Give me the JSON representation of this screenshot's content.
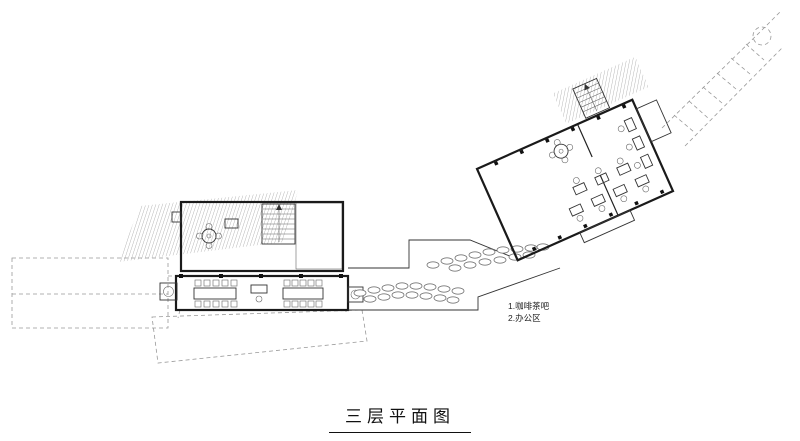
{
  "drawing": {
    "title": "三层平面图",
    "legend": {
      "line1": "1.咖啡茶吧",
      "line2": "2.办公区"
    }
  },
  "colors": {
    "ink": "#1a1a1a",
    "line": "#333333",
    "hatch": "#9a9a9a",
    "dashed": "#999999",
    "background": "#ffffff"
  }
}
